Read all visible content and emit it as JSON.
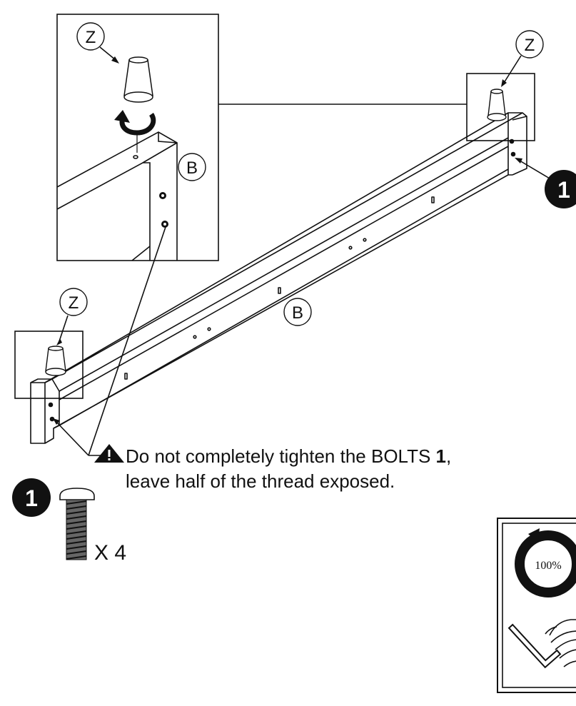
{
  "labels": {
    "z": "Z",
    "b": "B",
    "bolt_number": "1"
  },
  "warning": {
    "line1_text": "Do not completely tighten the BOLTS ",
    "line1_bold": "1",
    "line1_end": ",",
    "line2": "leave half of the thread exposed."
  },
  "hardware": {
    "quantity": "X 4"
  },
  "tool_panel": {
    "torque_percent": "100%"
  }
}
